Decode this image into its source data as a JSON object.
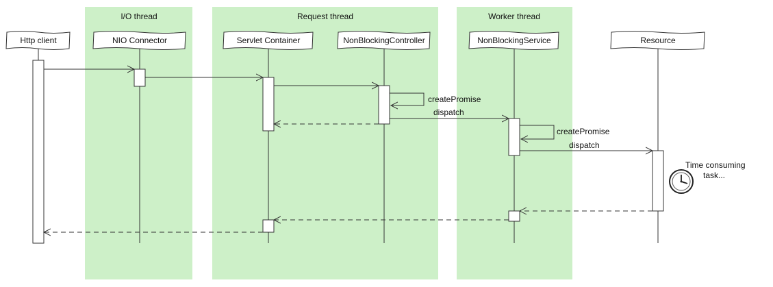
{
  "lanes": [
    {
      "id": "io",
      "label": "I/O thread"
    },
    {
      "id": "request",
      "label": "Request thread"
    },
    {
      "id": "worker",
      "label": "Worker thread"
    }
  ],
  "colors": {
    "lane_fill": "#cdf0c8",
    "line": "#333333",
    "activation": "#ffffff"
  },
  "participants": [
    {
      "id": "client",
      "label": "Http client"
    },
    {
      "id": "nio",
      "label": "NIO Connector"
    },
    {
      "id": "servlet",
      "label": "Servlet Container"
    },
    {
      "id": "controller",
      "label": "NonBlockingController"
    },
    {
      "id": "service",
      "label": "NonBlockingService"
    },
    {
      "id": "resource",
      "label": "Resource"
    }
  ],
  "messages": [
    {
      "from": "client",
      "to": "nio",
      "type": "call",
      "label": ""
    },
    {
      "from": "nio",
      "to": "servlet",
      "type": "call",
      "label": ""
    },
    {
      "from": "servlet",
      "to": "controller",
      "type": "call",
      "label": ""
    },
    {
      "from": "controller",
      "to": "controller",
      "type": "self",
      "label": "createPromise"
    },
    {
      "from": "controller",
      "to": "servlet",
      "type": "return",
      "label": ""
    },
    {
      "from": "controller",
      "to": "service",
      "type": "call",
      "label": "dispatch"
    },
    {
      "from": "service",
      "to": "service",
      "type": "self",
      "label": "createPromise"
    },
    {
      "from": "service",
      "to": "resource",
      "type": "call",
      "label": "dispatch"
    },
    {
      "from": "resource",
      "to": "service",
      "type": "return",
      "label": ""
    },
    {
      "from": "service",
      "to": "servlet",
      "type": "return",
      "label": ""
    },
    {
      "from": "servlet",
      "to": "client",
      "type": "return",
      "label": ""
    }
  ],
  "note": {
    "icon": "clock-icon",
    "line1": "Time consuming",
    "line2": "task..."
  }
}
